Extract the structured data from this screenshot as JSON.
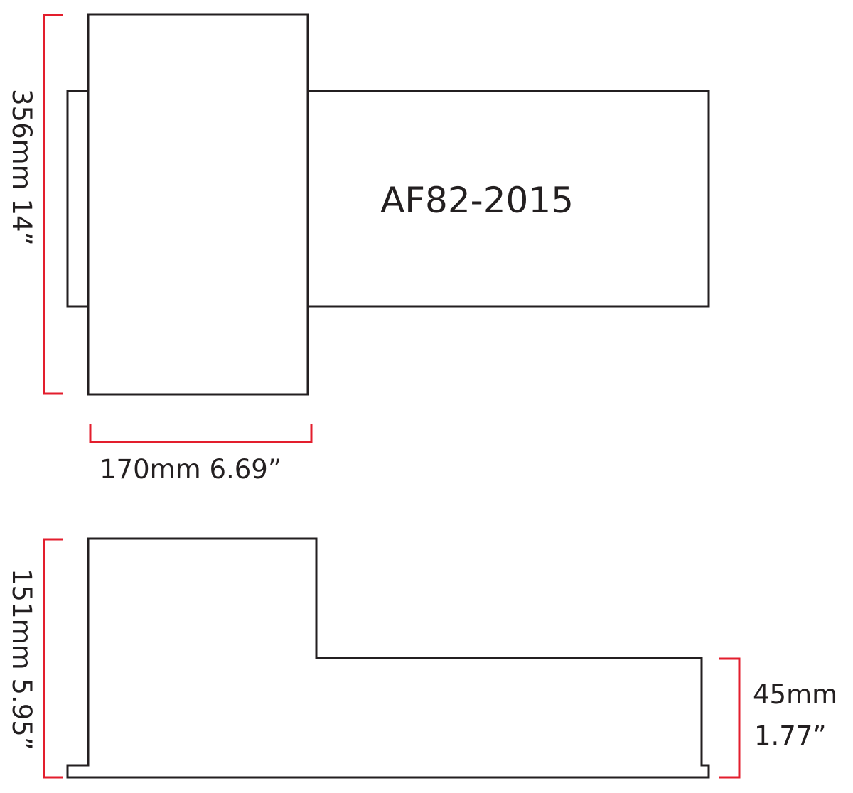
{
  "drawing": {
    "model_number": "AF82-2015",
    "colors": {
      "outline": "#231f20",
      "dimension": "#e31e2d",
      "background": "#ffffff"
    },
    "top_view": {
      "height_label": "356mm   14”",
      "width_label": "170mm   6.69”"
    },
    "side_view": {
      "overall_height_label": "151mm   5.95”",
      "step_height_mm": "45mm",
      "step_height_in": "1.77”"
    }
  }
}
